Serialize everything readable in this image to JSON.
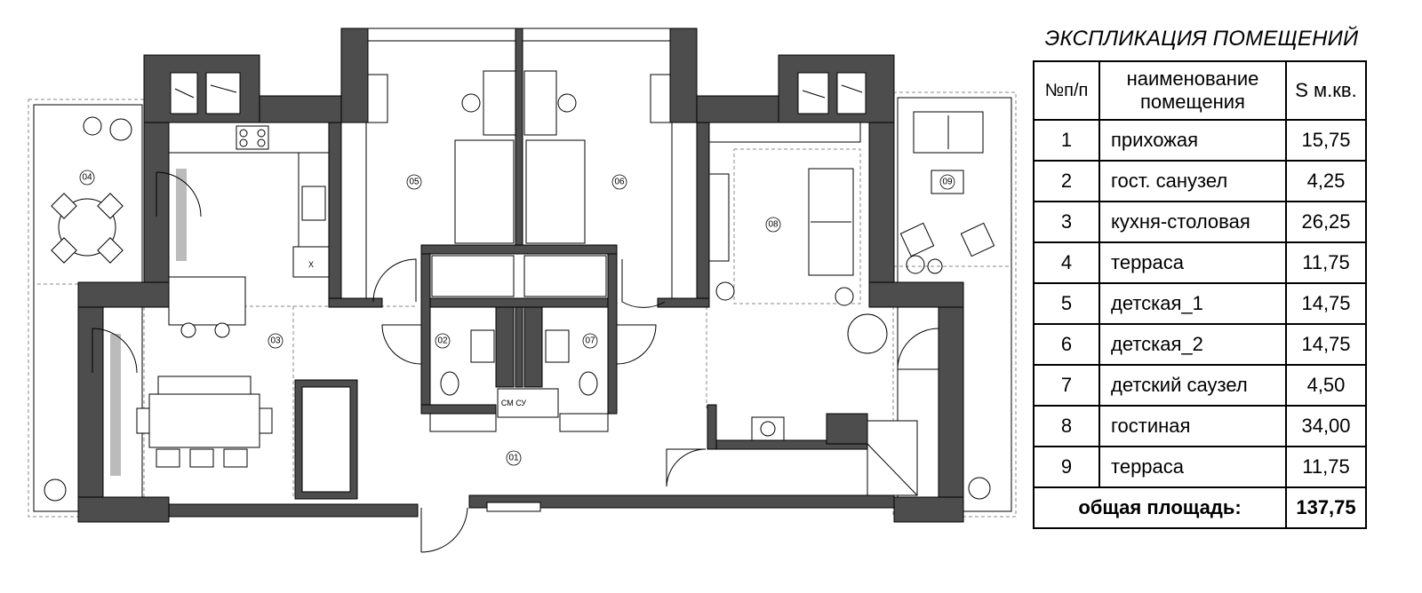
{
  "plan": {
    "room_markers": [
      {
        "id": "marker-01",
        "label": "01"
      },
      {
        "id": "marker-02",
        "label": "02"
      },
      {
        "id": "marker-03",
        "label": "03"
      },
      {
        "id": "marker-04",
        "label": "04"
      },
      {
        "id": "marker-05",
        "label": "05"
      },
      {
        "id": "marker-06",
        "label": "06"
      },
      {
        "id": "marker-07",
        "label": "07"
      },
      {
        "id": "marker-08",
        "label": "08"
      },
      {
        "id": "marker-09",
        "label": "09"
      }
    ],
    "fixture_labels": {
      "washer": "СМ СУ",
      "appliance_mark": "X"
    }
  },
  "explication": {
    "title": "ЭКСПЛИКАЦИЯ ПОМЕЩЕНИЙ",
    "headers": {
      "num": "№п/п",
      "name": "наименование помещения",
      "area": "S м.кв."
    },
    "rows": [
      {
        "num": "1",
        "name": "прихожая",
        "area": "15,75"
      },
      {
        "num": "2",
        "name": "гост. санузел",
        "area": "4,25"
      },
      {
        "num": "3",
        "name": "кухня-столовая",
        "area": "26,25"
      },
      {
        "num": "4",
        "name": "терраса",
        "area": "11,75"
      },
      {
        "num": "5",
        "name": "детская_1",
        "area": "14,75"
      },
      {
        "num": "6",
        "name": "детская_2",
        "area": "14,75"
      },
      {
        "num": "7",
        "name": "детский саузел",
        "area": "4,50"
      },
      {
        "num": "8",
        "name": " гостиная",
        "area": "34,00"
      },
      {
        "num": "9",
        "name": "терраса",
        "area": "11,75"
      }
    ],
    "total": {
      "label": "общая площадь:",
      "value": "137,75"
    }
  }
}
